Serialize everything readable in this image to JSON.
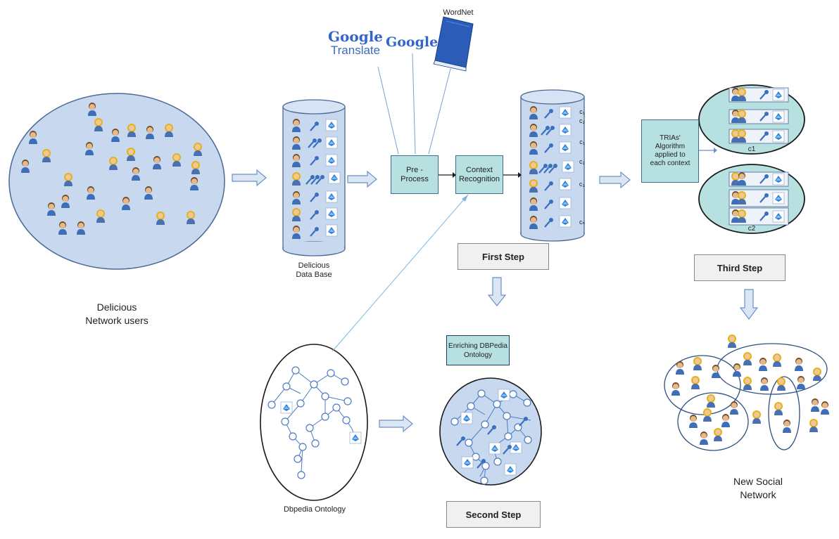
{
  "labels": {
    "wordnet": "WordNet",
    "google_translate_logo": "Google",
    "google_translate_sub": "Translate",
    "google_logo": "Google",
    "delicious_db": "Delicious\nData Base",
    "delicious_users": "Delicious\nNetwork users",
    "dbpedia_ontology": "Dbpedia Ontology",
    "new_social_network": "New Social\nNetwork",
    "pre_process": "Pre -\nProcess",
    "context_recognition": "Context\nRecognition",
    "trias": "TRIAs'\nAlgorithm\napplied to\neach context",
    "enriching": "Enriching DBPedia\nOntology",
    "first_step": "First Step",
    "second_step": "Second Step",
    "third_step": "Third Step",
    "c1": "c1",
    "c2": "c2"
  },
  "context_labels": [
    "c₁",
    "c₂",
    "c₁",
    "c₂",
    "c₃",
    "cₙ"
  ],
  "colors": {
    "panel_fill": "#c5d6ee",
    "panel_border": "#5a7eb5",
    "ellipse_fill": "#c8d8ee",
    "process_fill": "#b7e0e0",
    "arrow_fill": "#dbe6f5",
    "arrow_stroke": "#6d8fc2",
    "book_blue": "#2b5db8"
  }
}
